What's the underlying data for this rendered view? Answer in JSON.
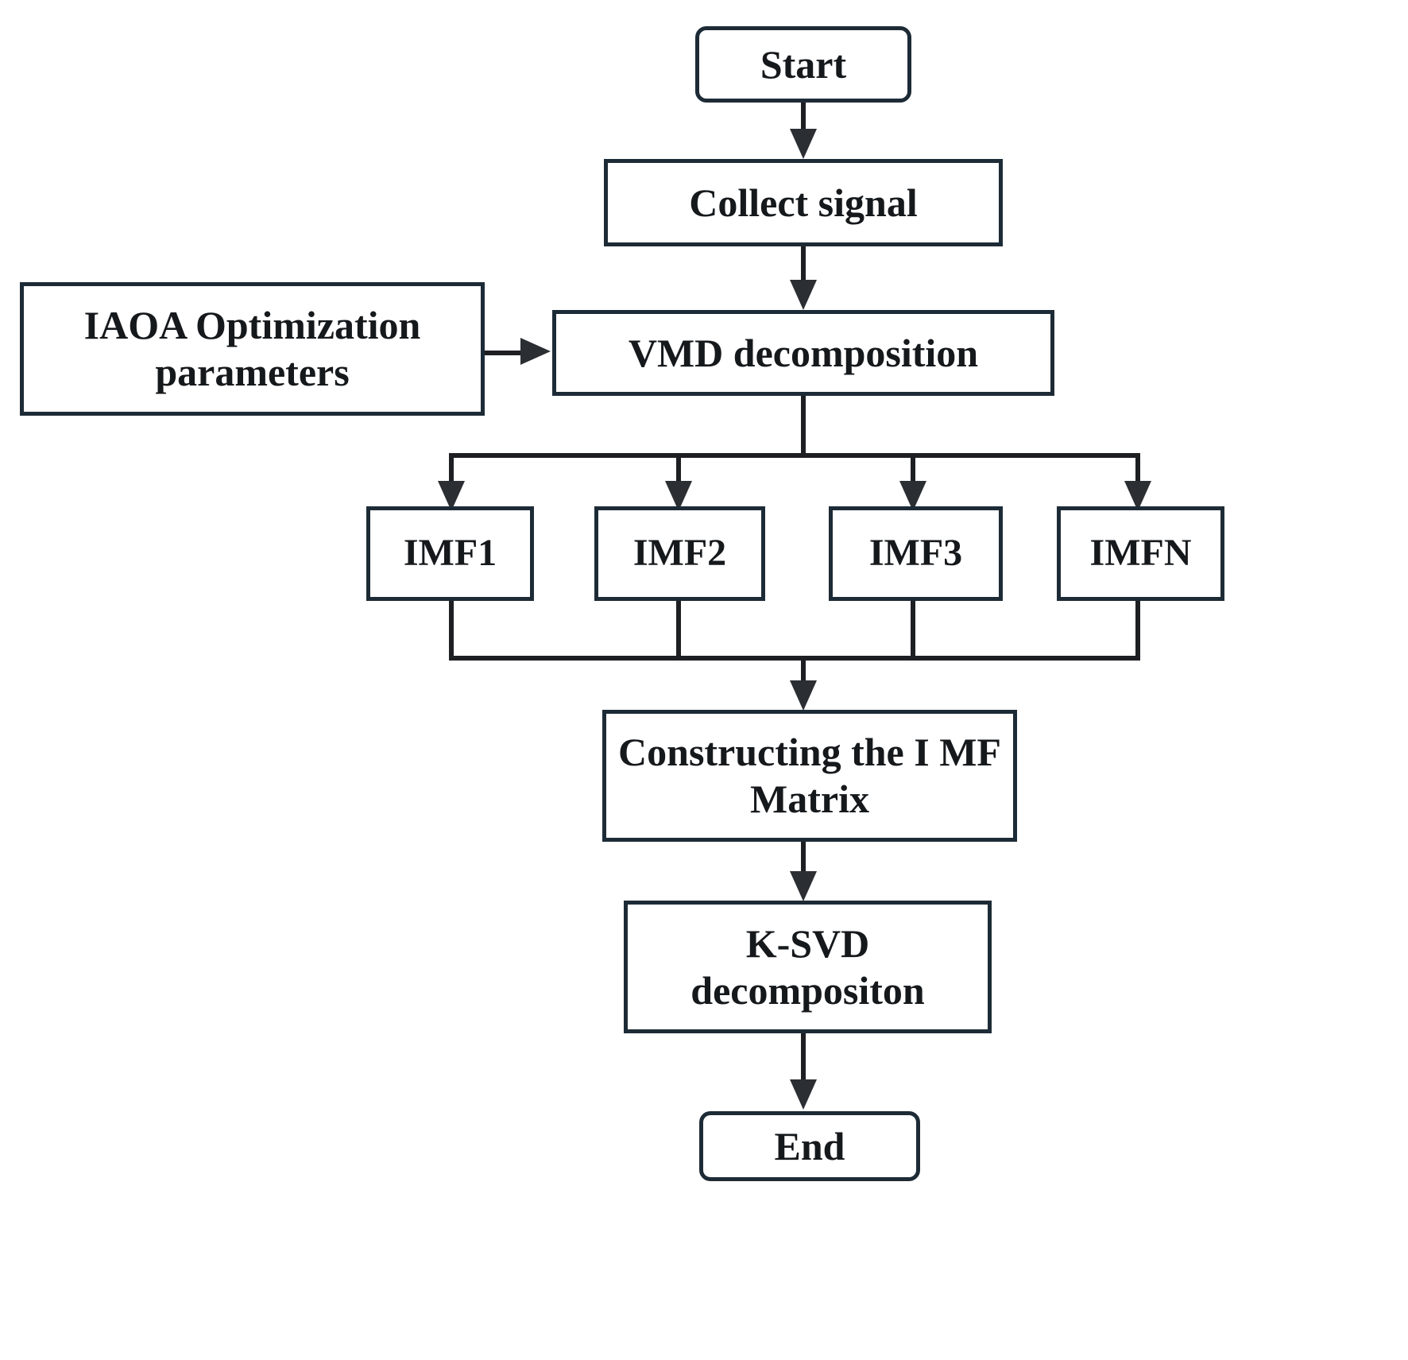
{
  "diagram": {
    "title_visible": false,
    "background_color": "#ffffff",
    "line_color": "#1d2b36",
    "text_color": "#16191c",
    "nodes": {
      "start": {
        "label": "Start",
        "shape": "rounded-rectangle"
      },
      "collect": {
        "label": "Collect signal",
        "shape": "rectangle"
      },
      "iaoa": {
        "label": "IAOA Optimization parameters",
        "shape": "rectangle"
      },
      "vmd": {
        "label": "VMD decomposition",
        "shape": "rectangle"
      },
      "imf1": {
        "label": "IMF1",
        "shape": "rectangle"
      },
      "imf2": {
        "label": "IMF2",
        "shape": "rectangle"
      },
      "imf3": {
        "label": "IMF3",
        "shape": "rectangle"
      },
      "imfn": {
        "label": "IMFN",
        "shape": "rectangle"
      },
      "construct": {
        "label": "Constructing the I MF Matrix",
        "shape": "rectangle"
      },
      "ksvd": {
        "label": "K-SVD decompositon",
        "shape": "rectangle"
      },
      "end": {
        "label": "End",
        "shape": "rounded-rectangle"
      }
    },
    "edges": [
      {
        "from": "start",
        "to": "collect",
        "direction": "down",
        "arrow": true
      },
      {
        "from": "collect",
        "to": "vmd",
        "direction": "down",
        "arrow": true
      },
      {
        "from": "iaoa",
        "to": "vmd",
        "direction": "right",
        "arrow": true
      },
      {
        "from": "vmd",
        "to": "imf1",
        "direction": "down",
        "arrow": true
      },
      {
        "from": "vmd",
        "to": "imf2",
        "direction": "down",
        "arrow": true
      },
      {
        "from": "vmd",
        "to": "imf3",
        "direction": "down",
        "arrow": true
      },
      {
        "from": "vmd",
        "to": "imfn",
        "direction": "down",
        "arrow": true
      },
      {
        "from": "imf1",
        "to": "construct",
        "direction": "down",
        "arrow": true
      },
      {
        "from": "imf2",
        "to": "construct",
        "direction": "down",
        "arrow": true
      },
      {
        "from": "imf3",
        "to": "construct",
        "direction": "down",
        "arrow": true
      },
      {
        "from": "imfn",
        "to": "construct",
        "direction": "down",
        "arrow": true
      },
      {
        "from": "construct",
        "to": "ksvd",
        "direction": "down",
        "arrow": true
      },
      {
        "from": "ksvd",
        "to": "end",
        "direction": "down",
        "arrow": true
      }
    ]
  }
}
